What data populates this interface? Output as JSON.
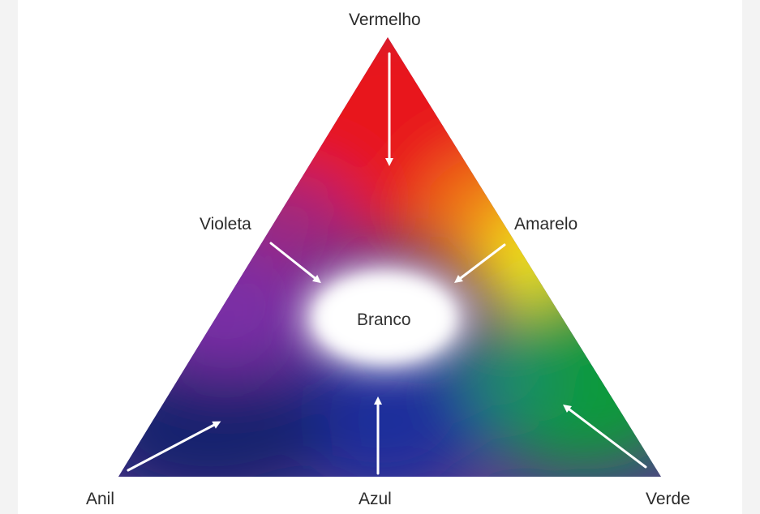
{
  "diagram": {
    "labels": {
      "top": "Vermelho",
      "upper_left": "Violeta",
      "upper_right": "Amarelo",
      "center": "Branco",
      "bottom_left": "Anil",
      "bottom_center": "Azul",
      "bottom_right": "Verde"
    },
    "colors": {
      "vermelho": "#e8141c",
      "amarelo": "#f4ea16",
      "verde": "#0f9a3a",
      "azul": "#1c2f9c",
      "anil": "#16206e",
      "violeta": "#7a2ea6",
      "branco": "#ffffff",
      "arrow": "#ffffff"
    }
  }
}
